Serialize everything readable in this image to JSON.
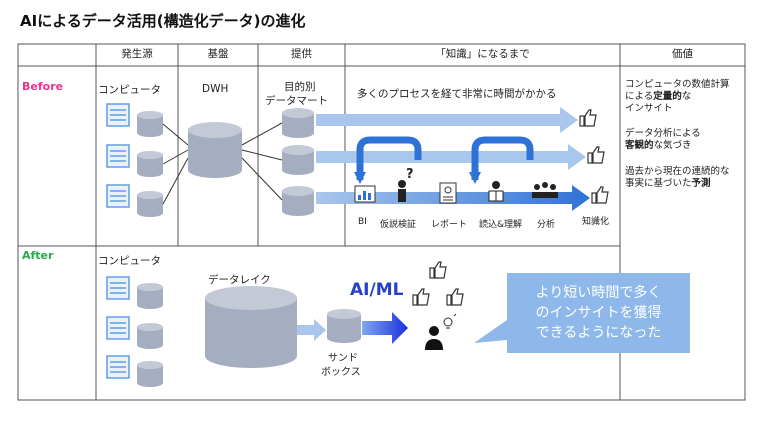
{
  "title": "AIによるデータ活用(構造化データ)の進化",
  "headers": [
    "発生源",
    "基盤",
    "提供",
    "「知識」になるまで",
    "価値"
  ],
  "before": {
    "label": "Before",
    "label_color": "#e8368f",
    "source": "コンピュータ",
    "dwh": "DWH",
    "mart_line1": "目的別",
    "mart_line2": "データマート",
    "process_note": "多くのプロセスを経て非常に時間がかかる",
    "steps": [
      "BI",
      "仮説検証",
      "レポート",
      "読込&理解",
      "分析",
      "知識化"
    ],
    "value_blocks": [
      {
        "lines": [
          {
            "t": "コンピュータの数値計算"
          },
          {
            "t": "による",
            "b": "定量的",
            "a": "な"
          },
          {
            "t": "インサイト"
          }
        ]
      },
      {
        "lines": [
          {
            "t": "データ分析による"
          },
          {
            "b": "客観的",
            "a": "な気づき"
          }
        ]
      },
      {
        "lines": [
          {
            "t": "過去から現在の連続的な"
          },
          {
            "t": "事実に基づいた",
            "b": "予測"
          }
        ]
      }
    ]
  },
  "after": {
    "label": "After",
    "label_color": "#2aa84a",
    "source": "コンピュータ",
    "lake": "データレイク",
    "aiml": "AI/ML",
    "sandbox_line1": "サンド",
    "sandbox_line2": "ボックス",
    "callout_lines": [
      "より短い時間で多く",
      "のインサイトを獲得",
      "できるようになった"
    ]
  },
  "colors": {
    "cylinder": "#a4aec0",
    "cylinder_top": "#c3cad6",
    "arrow_light": "#a9c6ec",
    "arrow_strong": "#2e72d6",
    "arrow_deep": "#1b2fe0",
    "grid": "#555555"
  }
}
